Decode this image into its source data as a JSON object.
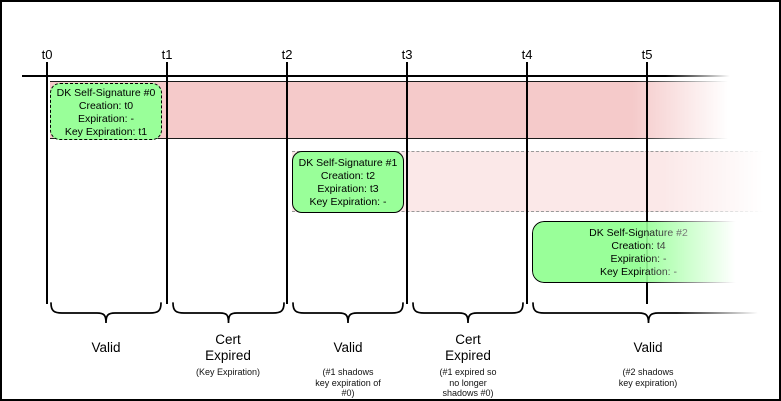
{
  "timeline": {
    "tick_labels": [
      "t0",
      "t1",
      "t2",
      "t3",
      "t4",
      "t5"
    ]
  },
  "signatures": [
    {
      "title": "DK Self-Signature #0",
      "creation": "Creation: t0",
      "expiration": "Expiration: -",
      "key_expiration": "Key Expiration: t1"
    },
    {
      "title": "DK Self-Signature #1",
      "creation": "Creation: t2",
      "expiration": "Expiration: t3",
      "key_expiration": "Key Expiration: -"
    },
    {
      "title": "DK Self-Signature #2",
      "creation": "Creation: t4",
      "expiration": "Expiration: -",
      "key_expiration": "Key Expiration: -"
    }
  ],
  "periods": [
    {
      "label": "Valid",
      "note": ""
    },
    {
      "label": "Cert\nExpired",
      "note": "(Key Expiration)"
    },
    {
      "label": "Valid",
      "note": "(#1 shadows\nkey expiration of\n#0)"
    },
    {
      "label": "Cert\nExpired",
      "note": "(#1 expired so\nno longer\nshadows #0)"
    },
    {
      "label": "Valid",
      "note": "(#2 shadows\nkey expiration)"
    }
  ],
  "colors": {
    "band_strong": "#f5caca",
    "band_faint": "#fbe8e8",
    "signature_green": "#99ff99"
  }
}
